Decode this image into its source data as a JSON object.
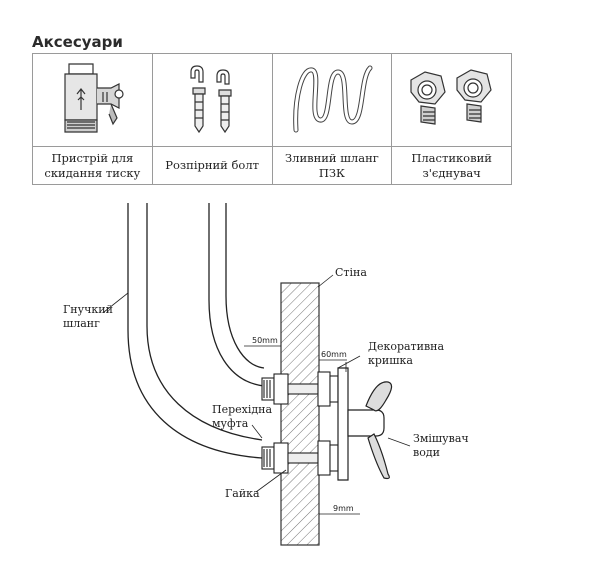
{
  "section_title": "Аксесуари",
  "accessories": [
    {
      "icon": "pressure-relief-valve-icon",
      "line1": "Пристрій для",
      "line2": "скидання тиску"
    },
    {
      "icon": "expansion-bolt-icon",
      "line1": "Розпірний болт",
      "line2": ""
    },
    {
      "icon": "drain-hose-icon",
      "line1": "Зливний шланг",
      "line2": "ПЗК"
    },
    {
      "icon": "plastic-connector-icon",
      "line1": "Пластиковий",
      "line2": "з'єднувач"
    }
  ],
  "diagram": {
    "wall": "Стіна",
    "hose_1": "Гнучкий",
    "hose_2": "шланг",
    "cover_1": "Декоративна",
    "cover_2": "кришка",
    "adapter_1": "Перехідна",
    "adapter_2": "муфта",
    "mixer_1": "Змішувач",
    "mixer_2": "води",
    "nut": "Гайка",
    "dim_50": "50mm",
    "dim_60": "60mm",
    "dim_9": "9mm"
  }
}
